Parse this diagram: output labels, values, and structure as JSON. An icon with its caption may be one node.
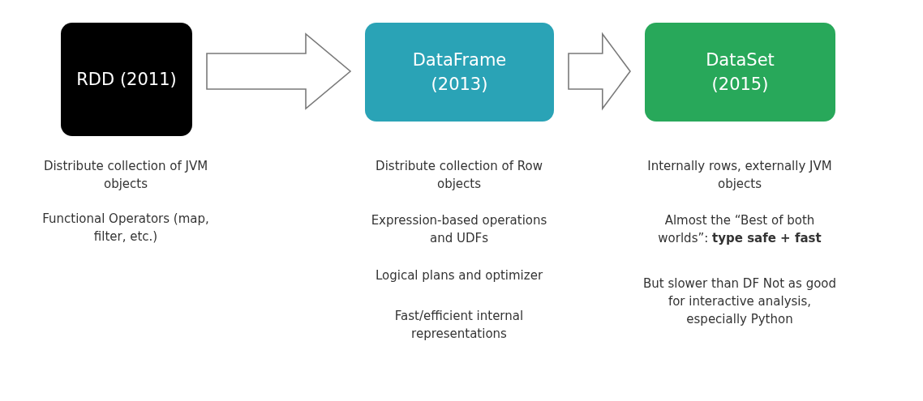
{
  "diagram": {
    "nodes": [
      {
        "text": [
          "RDD (2011)"
        ],
        "beside": [
          "Distribute collection of JVM objects",
          "Functional Operators (map, filter, etc.)"
        ]
      },
      {
        "text": [
          "DataFrame (2013)"
        ],
        "beside": [
          "Distribute collection of Row objects",
          "Expression-based operations and UDFs",
          "Logical plans and optimizer",
          "Fast/efficient internal representations"
        ]
      },
      {
        "text": [
          "DataSet (2015)"
        ],
        "beside": [
          "Internally rows, externally JVM objects",
          "Almost the “Best of both worlds”: **type safe + fast**",
          "But slower than DF Not as good for interactive analysis, especially Python"
        ]
      }
    ],
    "edges": [
      {
        "from": 0,
        "to": 1,
        "arrow": "to"
      },
      {
        "from": 1,
        "to": 2,
        "arrow": "to"
      }
    ]
  }
}
